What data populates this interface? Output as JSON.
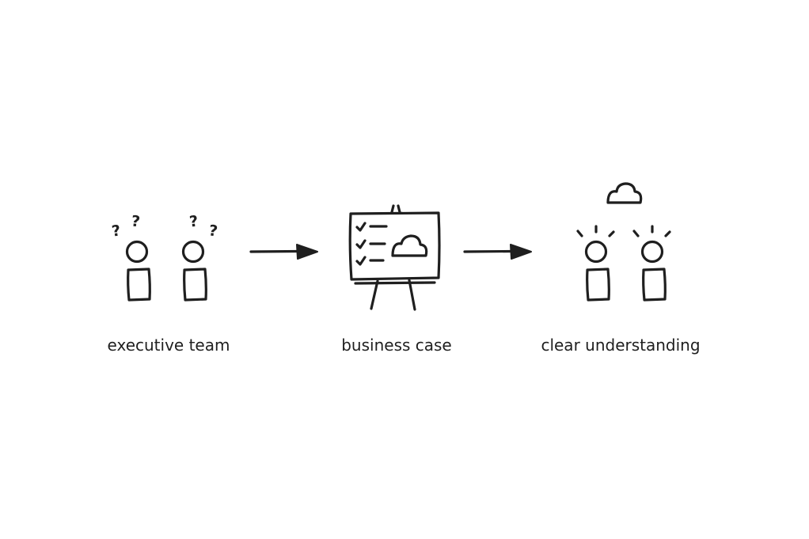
{
  "nodes": [
    {
      "id": "executive-team",
      "label": "executive team",
      "icon": "confused-people-icon"
    },
    {
      "id": "business-case",
      "label": "business case",
      "icon": "presentation-easel-icon"
    },
    {
      "id": "clear-understanding",
      "label": "clear understanding",
      "icon": "enlightened-people-icon"
    }
  ],
  "edges": [
    {
      "from": "executive-team",
      "to": "business-case"
    },
    {
      "from": "business-case",
      "to": "clear-understanding"
    }
  ],
  "marks": {
    "question": "?"
  },
  "colors": {
    "ink": "#1f1f1f",
    "background": "#ffffff"
  }
}
